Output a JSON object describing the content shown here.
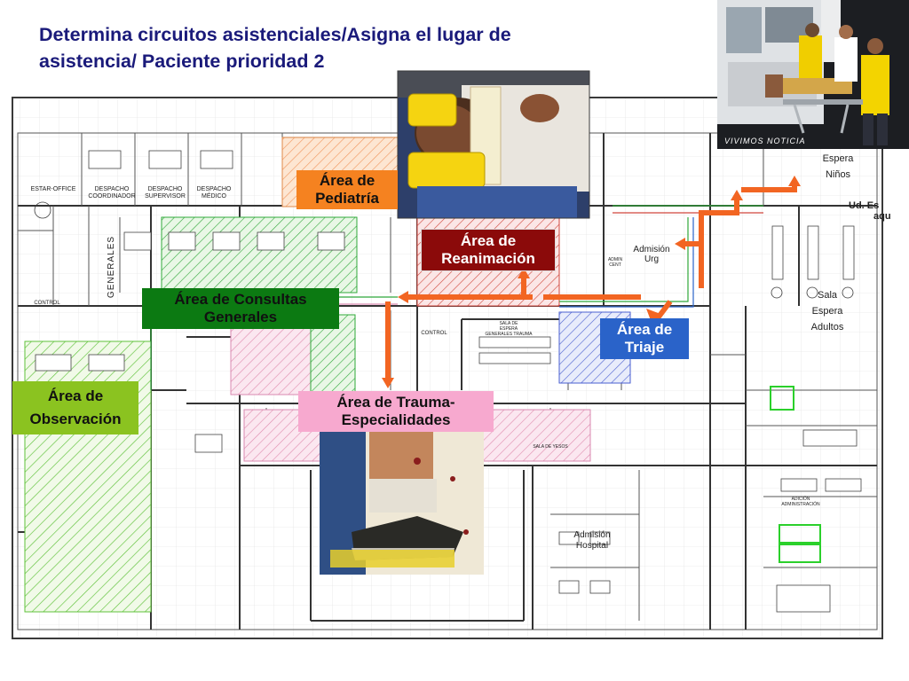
{
  "title": {
    "line1": "Determina circuitos asistenciales/Asigna el lugar de",
    "line2": "asistencia/ Paciente prioridad 2"
  },
  "areas": {
    "pediatria": {
      "line1": "Área de",
      "line2": "Pediatría",
      "color": "#f58220"
    },
    "reanimacion": {
      "line1": "Área de",
      "line2": "Reanimación",
      "color": "#8b0a0a"
    },
    "consultas": {
      "line1": "Área de Consultas",
      "line2": "Generales",
      "color": "#0c7a12"
    },
    "triaje": {
      "line1": "Área de",
      "line2": "Triaje",
      "color": "#2a63c9"
    },
    "observacion": {
      "line1": "Área de",
      "line2": "Observación",
      "color": "#8bc320"
    },
    "trauma": {
      "line1": "Área de Trauma-",
      "line2": "Especialidades",
      "color": "#f7a9cf"
    }
  },
  "rooms": {
    "estar_office": "ESTAR-OFFICE",
    "despacho_coordinador": [
      "DESPACHO",
      "COORDINADOR"
    ],
    "despacho_supervisor": [
      "DESPACHO",
      "SUPERVISOR"
    ],
    "despacho_medico": [
      "DESPACHO",
      "MÉDICO"
    ],
    "generales": "GENERALES",
    "control_left": "CONTROL",
    "control_mid": "CONTROL",
    "admision_urg": [
      "Admisión",
      "Urg"
    ],
    "admin_cent": [
      "ADMIN",
      "CENT"
    ],
    "espera_ninos": [
      "Espera",
      "Niños"
    ],
    "ud_es": [
      "Ud. Es",
      "aqu"
    ],
    "sala_espera_adultos": [
      "Sala",
      "Espera",
      "Adultos"
    ],
    "admision_hospital": [
      "Admisión",
      "Hospital"
    ],
    "adicion_administracion": [
      "ADICIÓN",
      "ADMINISTRACIÓN"
    ],
    "sala_espera_generales_trauma": [
      "SALA DE",
      "ESPERA",
      "GENERALES TRAUMA"
    ],
    "sala_de_yesos": "SALA DE YESOS"
  },
  "photo_brand": "VIVIMOS NOTICIA",
  "colors": {
    "arrow": "#f26522",
    "title": "#1a1a7a",
    "plan_line": "#3a3a3a"
  }
}
